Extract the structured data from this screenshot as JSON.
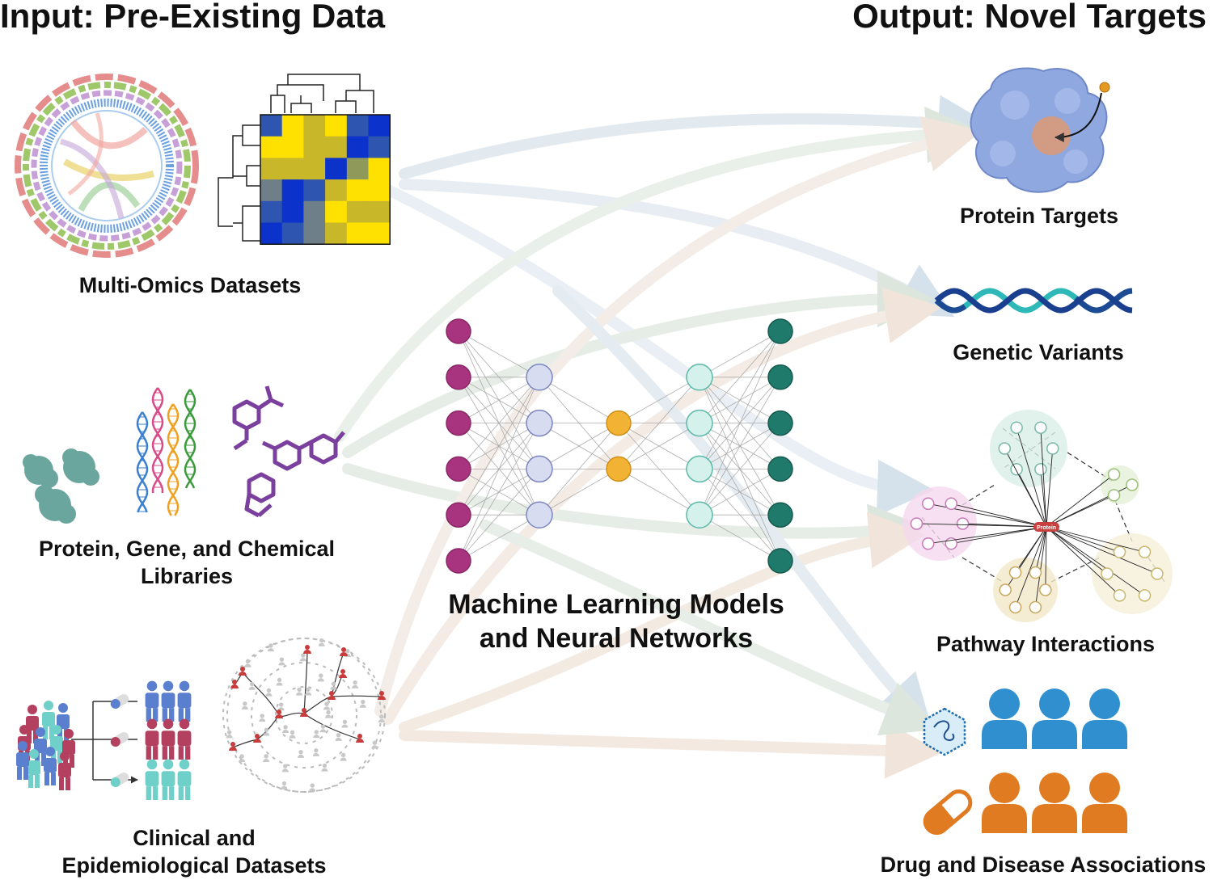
{
  "headers": {
    "input": "Input: Pre-Existing Data",
    "output": "Output: Novel Targets"
  },
  "inputs": {
    "omics": "Multi-Omics Datasets",
    "libraries_line1": "Protein, Gene, and Chemical",
    "libraries_line2": "Libraries",
    "clinical_line1": "Clinical and",
    "clinical_line2": "Epidemiological Datasets"
  },
  "model": {
    "line1": "Machine Learning Models",
    "line2": "and Neural Networks",
    "layers": [
      6,
      4,
      2,
      4,
      6
    ]
  },
  "outputs": {
    "protein": "Protein Targets",
    "genetic": "Genetic Variants",
    "pathway": "Pathway Interactions",
    "drug": "Drug and Disease Associations",
    "network_center": "Protein",
    "network_node": "Protein"
  },
  "colors": {
    "input_nodes": "#a8337f",
    "hidden_nodes": "#d8dcf0",
    "bottleneck_nodes": "#f2b233",
    "decode_nodes": "#d5f1ec",
    "output_nodes": "#1f7a6b",
    "people_blue": "#2f8fcf",
    "people_orange": "#e07b22",
    "dna_dark": "#1b3f8f",
    "dna_light": "#2fb8b8",
    "protein_blob": "#8fa8e0",
    "heat_yellow": "#ffe100",
    "heat_blue": "#0b33cc"
  }
}
